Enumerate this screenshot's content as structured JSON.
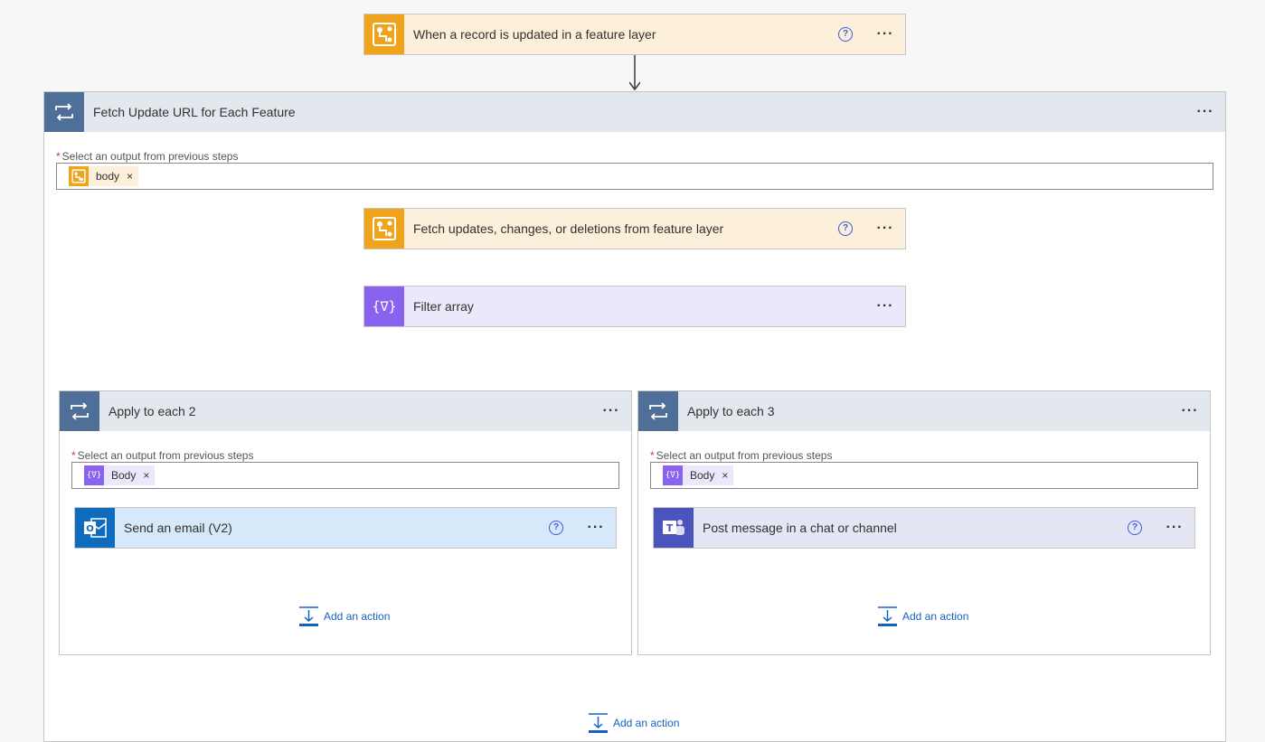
{
  "trigger": {
    "title": "When a record is updated in a feature layer",
    "help": "?",
    "more": "···"
  },
  "outer_scope": {
    "title": "Fetch Update URL for Each Feature",
    "more": "···",
    "field_required": "*",
    "field_label": "Select an output from previous steps",
    "token_label": "body",
    "token_remove": "×",
    "add_action": "Add an action"
  },
  "fetch_action": {
    "title": "Fetch updates, changes, or deletions from feature layer",
    "help": "?",
    "more": "···"
  },
  "filter_action": {
    "title": "Filter array",
    "icon_text": "{∇}",
    "more": "···"
  },
  "branches": [
    {
      "title": "Apply to each 2",
      "more": "···",
      "field_required": "*",
      "field_label": "Select an output from previous steps",
      "token_label": "Body",
      "token_icon_text": "{∇}",
      "token_remove": "×",
      "action": {
        "title": "Send an email (V2)",
        "help": "?",
        "more": "···",
        "icon_text": "O"
      },
      "add_action": "Add an action"
    },
    {
      "title": "Apply to each 3",
      "more": "···",
      "field_required": "*",
      "field_label": "Select an output from previous steps",
      "token_label": "Body",
      "token_icon_text": "{∇}",
      "token_remove": "×",
      "action": {
        "title": "Post message in a chat or channel",
        "help": "?",
        "more": "···",
        "icon_text": "T"
      },
      "add_action": "Add an action"
    }
  ],
  "colors": {
    "esri": "#f0a41c",
    "filter": "#8a62f0",
    "scope": "#4e6f98",
    "outlook": "#0f6cbd",
    "teams": "#4b53bc",
    "link": "#1760c3"
  }
}
